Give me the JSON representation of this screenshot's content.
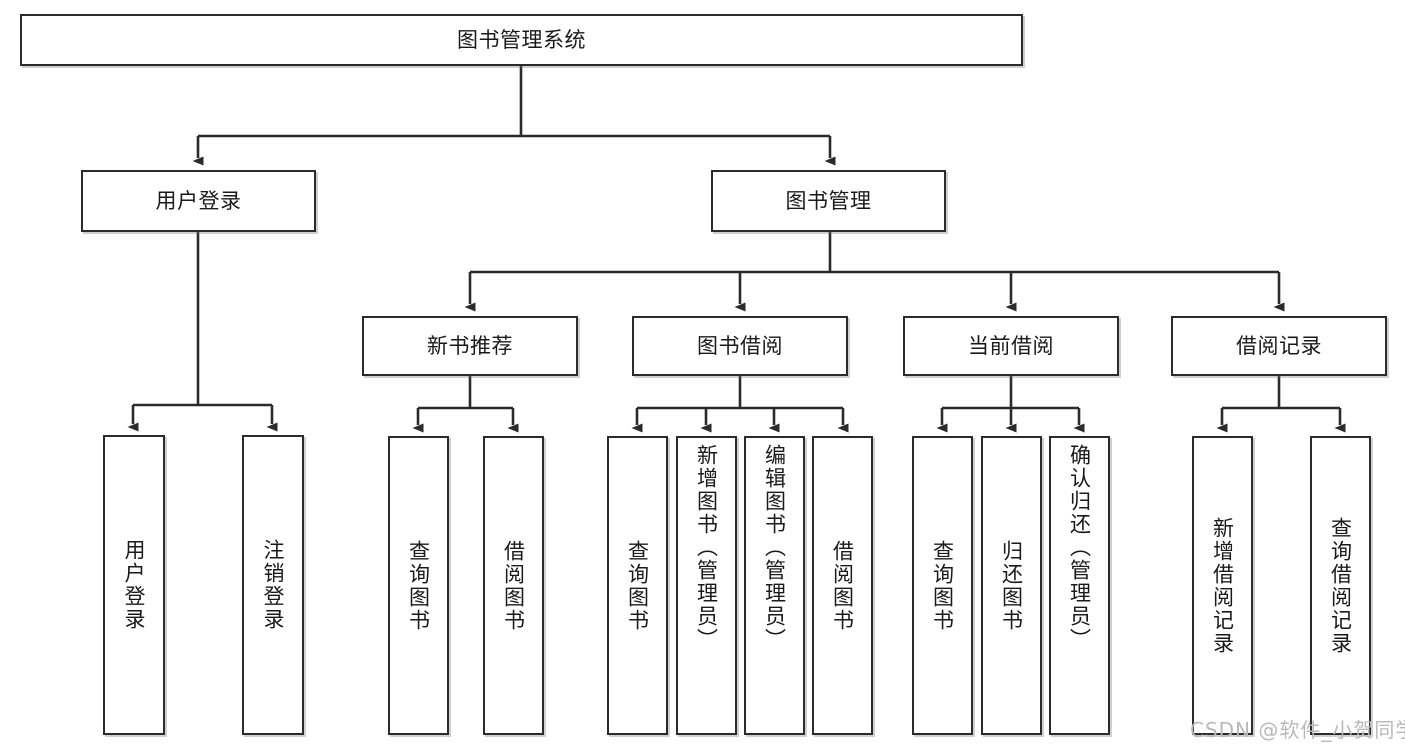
{
  "diagram": {
    "type": "tree",
    "title": "图书管理系统",
    "orientation": "top-down",
    "colors": {
      "box_border": "#2b2b2b",
      "box_fill": "#ffffff",
      "edge": "#2b2b2b",
      "text": "#1a1a1a",
      "watermark": "#b9b9b9"
    },
    "root": {
      "label": "图书管理系统"
    },
    "level2": [
      {
        "id": "user-login",
        "label": "用户登录"
      },
      {
        "id": "book-manage",
        "label": "图书管理"
      }
    ],
    "level3": [
      {
        "id": "new-book-rec",
        "label": "新书推荐"
      },
      {
        "id": "book-borrow",
        "label": "图书借阅"
      },
      {
        "id": "current-borrow",
        "label": "当前借阅"
      },
      {
        "id": "borrow-record",
        "label": "借阅记录"
      }
    ],
    "leaves": {
      "user-login": [
        {
          "id": "leaf-user-login",
          "label": "用户登录"
        },
        {
          "id": "leaf-user-logout",
          "label": "注销登录"
        }
      ],
      "new-book-rec": [
        {
          "id": "leaf-query-book-1",
          "label": "查询图书"
        },
        {
          "id": "leaf-borrow-book-1",
          "label": "借阅图书"
        }
      ],
      "book-borrow": [
        {
          "id": "leaf-query-book-2",
          "label": "查询图书"
        },
        {
          "id": "leaf-add-book",
          "label": "新增图书（管理员）"
        },
        {
          "id": "leaf-edit-book",
          "label": "编辑图书（管理员）"
        },
        {
          "id": "leaf-borrow-book-2",
          "label": "借阅图书"
        }
      ],
      "current-borrow": [
        {
          "id": "leaf-query-book-3",
          "label": "查询图书"
        },
        {
          "id": "leaf-return-book",
          "label": "归还图书"
        },
        {
          "id": "leaf-confirm-return",
          "label": "确认归还（管理员）"
        }
      ],
      "borrow-record": [
        {
          "id": "leaf-add-record",
          "label": "新增借阅记录"
        },
        {
          "id": "leaf-query-record",
          "label": "查询借阅记录"
        }
      ]
    }
  },
  "watermark": {
    "text": "CSDN @软件_小贺同学"
  }
}
